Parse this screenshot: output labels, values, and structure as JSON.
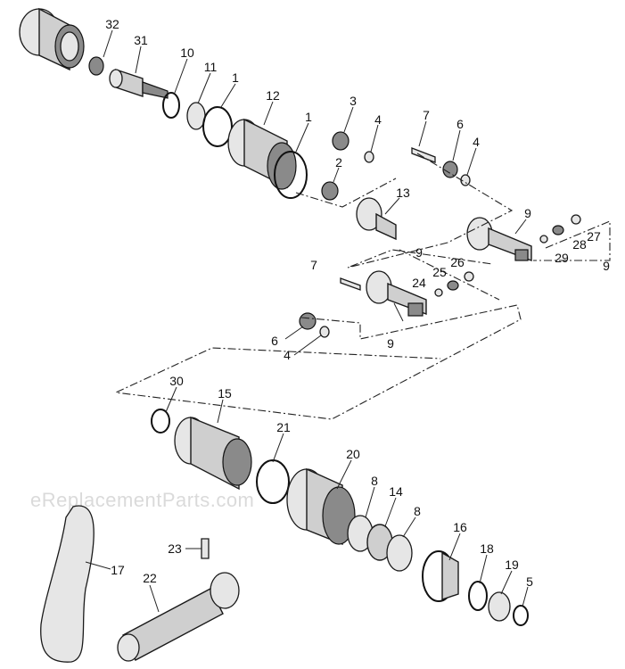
{
  "watermark": "eReplacementParts.com",
  "callouts": [
    {
      "id": "32",
      "text": "32"
    },
    {
      "id": "31",
      "text": "31"
    },
    {
      "id": "10",
      "text": "10"
    },
    {
      "id": "11",
      "text": "11"
    },
    {
      "id": "1a",
      "text": "1"
    },
    {
      "id": "12",
      "text": "12"
    },
    {
      "id": "1b",
      "text": "1"
    },
    {
      "id": "3",
      "text": "3"
    },
    {
      "id": "4a",
      "text": "4"
    },
    {
      "id": "7a",
      "text": "7"
    },
    {
      "id": "6a",
      "text": "6"
    },
    {
      "id": "4b",
      "text": "4"
    },
    {
      "id": "2",
      "text": "2"
    },
    {
      "id": "13",
      "text": "13"
    },
    {
      "id": "9a",
      "text": "9"
    },
    {
      "id": "27",
      "text": "27"
    },
    {
      "id": "28",
      "text": "28"
    },
    {
      "id": "29",
      "text": "29"
    },
    {
      "id": "9b",
      "text": "9"
    },
    {
      "id": "9c",
      "text": "9"
    },
    {
      "id": "26",
      "text": "26"
    },
    {
      "id": "25",
      "text": "25"
    },
    {
      "id": "24",
      "text": "24"
    },
    {
      "id": "7b",
      "text": "7"
    },
    {
      "id": "6b",
      "text": "6"
    },
    {
      "id": "4c",
      "text": "4"
    },
    {
      "id": "9d",
      "text": "9"
    },
    {
      "id": "30",
      "text": "30"
    },
    {
      "id": "15",
      "text": "15"
    },
    {
      "id": "21",
      "text": "21"
    },
    {
      "id": "20",
      "text": "20"
    },
    {
      "id": "8a",
      "text": "8"
    },
    {
      "id": "14",
      "text": "14"
    },
    {
      "id": "8b",
      "text": "8"
    },
    {
      "id": "16",
      "text": "16"
    },
    {
      "id": "18",
      "text": "18"
    },
    {
      "id": "19",
      "text": "19"
    },
    {
      "id": "5",
      "text": "5"
    },
    {
      "id": "23",
      "text": "23"
    },
    {
      "id": "17",
      "text": "17"
    },
    {
      "id": "22",
      "text": "22"
    }
  ]
}
